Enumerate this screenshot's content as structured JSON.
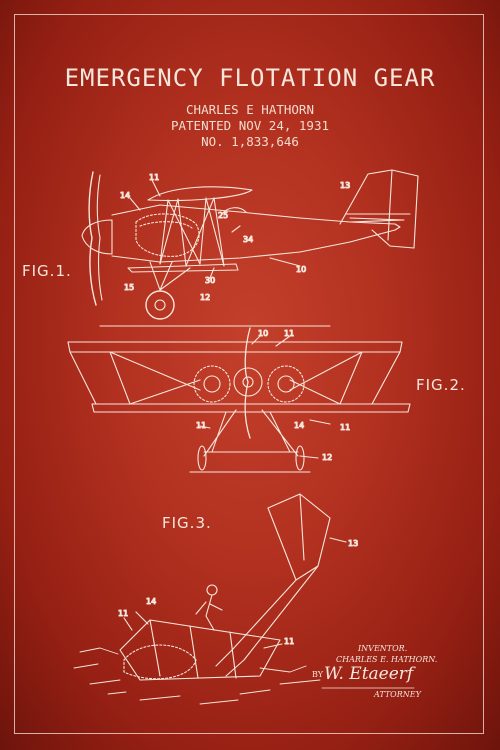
{
  "header": {
    "title": "EMERGENCY FLOTATION GEAR",
    "inventor": "CHARLES E HATHORN",
    "patented": "PATENTED NOV 24, 1931",
    "number": "NO. 1,833,646"
  },
  "figures": {
    "fig1": "FIG.1.",
    "fig2": "FIG.2.",
    "fig3": "FIG.3."
  },
  "labels": {
    "n11": "11",
    "n14": "14",
    "n13": "13",
    "n25": "25",
    "n34": "34",
    "n30": "30",
    "n12": "12",
    "n10": "10",
    "n15": "15"
  },
  "signature": {
    "inventor_label": "INVENTOR.",
    "inventor_name": "CHARLES E. HATHORN.",
    "by": "BY",
    "attorney_sig": "W. Etaeerf",
    "attorney": "ATTORNEY"
  },
  "colors": {
    "background": "#b1301f",
    "ink": "#f6e6dc"
  }
}
